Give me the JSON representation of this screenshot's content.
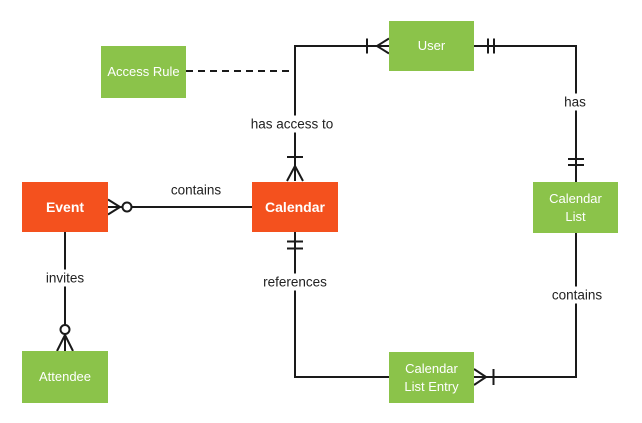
{
  "colors": {
    "entity_orange": "#F4511E",
    "entity_green": "#8BC34A",
    "entity_text": "#FFFFFF",
    "line": "#1A1A1A",
    "label_text": "#212121",
    "background": "#FFFFFF"
  },
  "entities": [
    {
      "id": "access-rule",
      "label": "Access Rule",
      "color": "green"
    },
    {
      "id": "user",
      "label": "User",
      "color": "green"
    },
    {
      "id": "event",
      "label": "Event",
      "color": "orange"
    },
    {
      "id": "calendar",
      "label": "Calendar",
      "color": "orange"
    },
    {
      "id": "calendar-list",
      "label": "Calendar List",
      "color": "green"
    },
    {
      "id": "attendee",
      "label": "Attendee",
      "color": "green"
    },
    {
      "id": "calendar-list-entry",
      "label": "Calendar List Entry",
      "color": "green"
    }
  ],
  "relationships": [
    {
      "label": "has access to",
      "from": "Calendar",
      "to": "User",
      "from_cardinality": "one-or-many",
      "to_cardinality": "one-or-many",
      "style": "solid"
    },
    {
      "label": "",
      "from": "Access Rule",
      "to": "has access to",
      "style": "dashed"
    },
    {
      "label": "has",
      "from": "User",
      "to": "Calendar List",
      "from_cardinality": "exactly-one",
      "to_cardinality": "exactly-one",
      "style": "solid"
    },
    {
      "label": "contains",
      "from": "Calendar",
      "to": "Event",
      "to_cardinality": "zero-or-many",
      "style": "solid"
    },
    {
      "label": "invites",
      "from": "Event",
      "to": "Attendee",
      "to_cardinality": "zero-or-many",
      "style": "solid"
    },
    {
      "label": "references",
      "from": "Calendar List Entry",
      "to": "Calendar",
      "to_cardinality": "exactly-one",
      "style": "solid"
    },
    {
      "label": "contains",
      "from": "Calendar List",
      "to": "Calendar List Entry",
      "to_cardinality": "one-or-many",
      "style": "solid"
    }
  ]
}
